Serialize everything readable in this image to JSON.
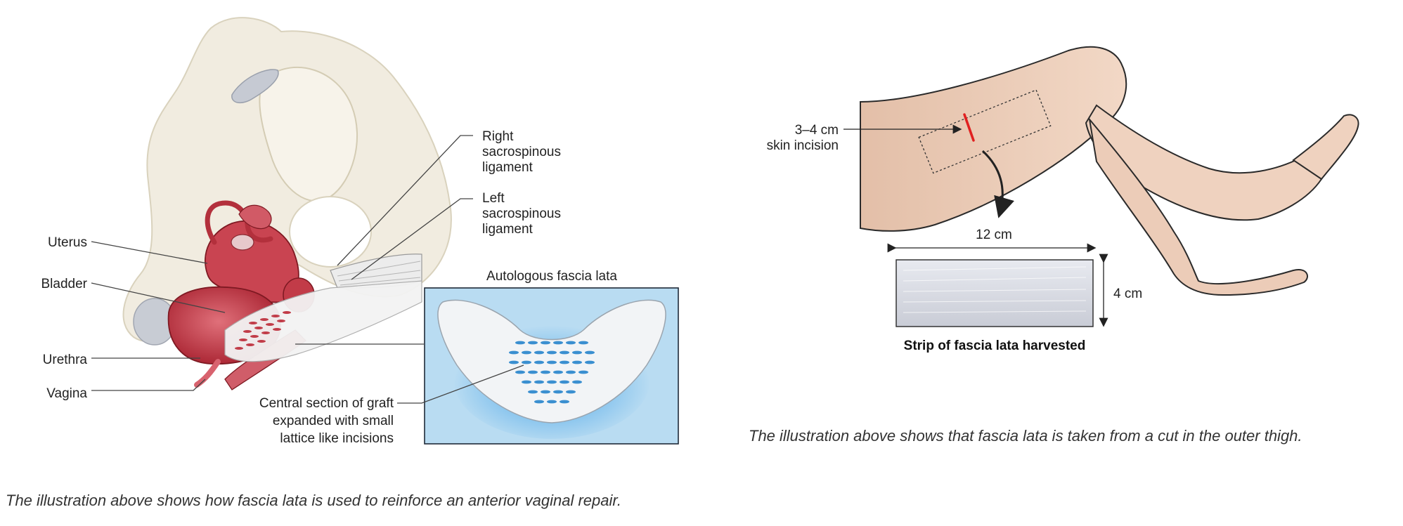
{
  "left_figure": {
    "labels": {
      "uterus": "Uterus",
      "bladder": "Bladder",
      "urethra": "Urethra",
      "vagina": "Vagina",
      "right_ligament": [
        "Right",
        "sacrospinous",
        "ligament"
      ],
      "left_ligament": [
        "Left",
        "sacrospinous",
        "ligament"
      ],
      "graft_note": [
        "Central section of graft",
        "expanded with small",
        "lattice like incisions"
      ]
    },
    "inset_title": "Autologous fascia lata",
    "caption": "The illustration above shows how fascia lata is used to reinforce an anterior vaginal repair."
  },
  "right_figure": {
    "incision_label": [
      "3–4 cm",
      "skin incision"
    ],
    "strip_length": "12 cm",
    "strip_width": "4 cm",
    "strip_title": "Strip of fascia lata harvested",
    "caption": "The illustration above shows that fascia lata is taken from a cut in the outer thigh."
  },
  "colors": {
    "bone": "#f1ece0",
    "bone_outline": "#d9d2bd",
    "organ_red": "#b8303a",
    "organ_light": "#d9707a",
    "skin": "#edcdb9",
    "inset_bg": "#b9dcf2",
    "incision": "#e02020"
  }
}
